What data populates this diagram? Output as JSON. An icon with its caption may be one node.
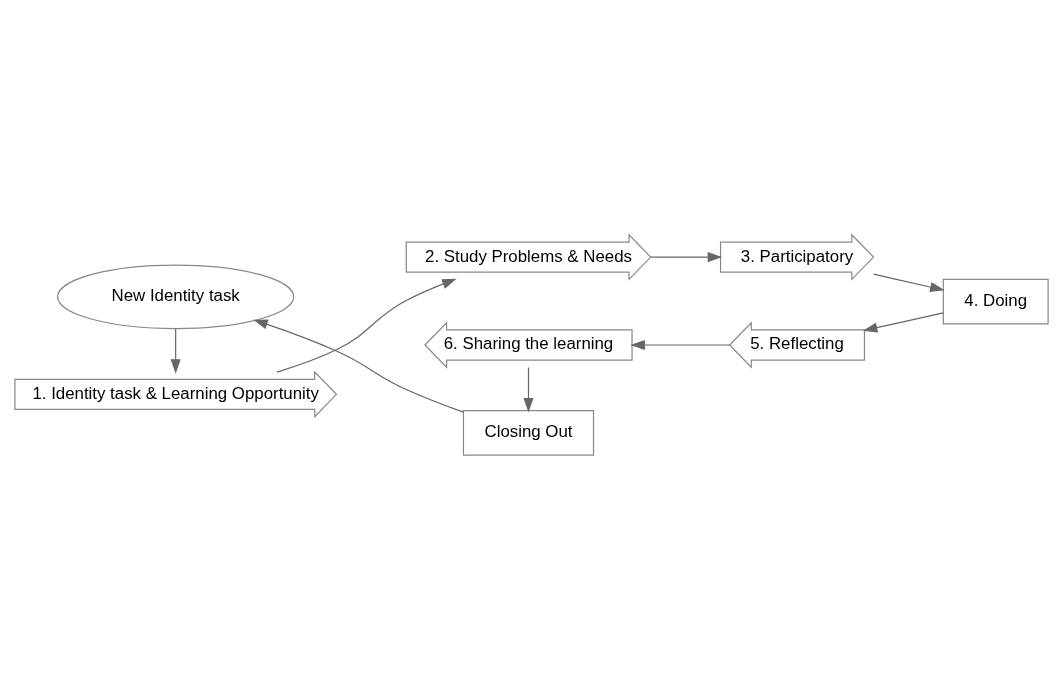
{
  "diagram": {
    "nodes": [
      {
        "text": [
          "1. Identity task & Learning Opportunity"
        ]
      },
      {
        "text": [
          "2. Study Problems & Needs"
        ]
      },
      {
        "text": [
          "3. Participatory"
        ]
      },
      {
        "text": [
          "4. Doing"
        ]
      },
      {
        "text": [
          "5. Reflecting"
        ]
      },
      {
        "text": [
          "6. Sharing the learning"
        ]
      },
      {
        "text": [
          "Closing Out"
        ]
      },
      {
        "text": [
          "New Identity task"
        ]
      }
    ],
    "edges": [
      {
        "from": 0,
        "to": 1,
        "arrow": "to"
      },
      {
        "from": 1,
        "to": 2,
        "arrow": "to"
      },
      {
        "from": 2,
        "to": 3,
        "arrow": "to"
      },
      {
        "from": 3,
        "to": 4,
        "arrow": "to"
      },
      {
        "from": 4,
        "to": 5,
        "arrow": "to"
      },
      {
        "from": 5,
        "to": 6,
        "arrow": "to"
      },
      {
        "from": 6,
        "to": 7,
        "arrow": "to"
      },
      {
        "from": 7,
        "to": 0,
        "arrow": "to"
      }
    ]
  }
}
